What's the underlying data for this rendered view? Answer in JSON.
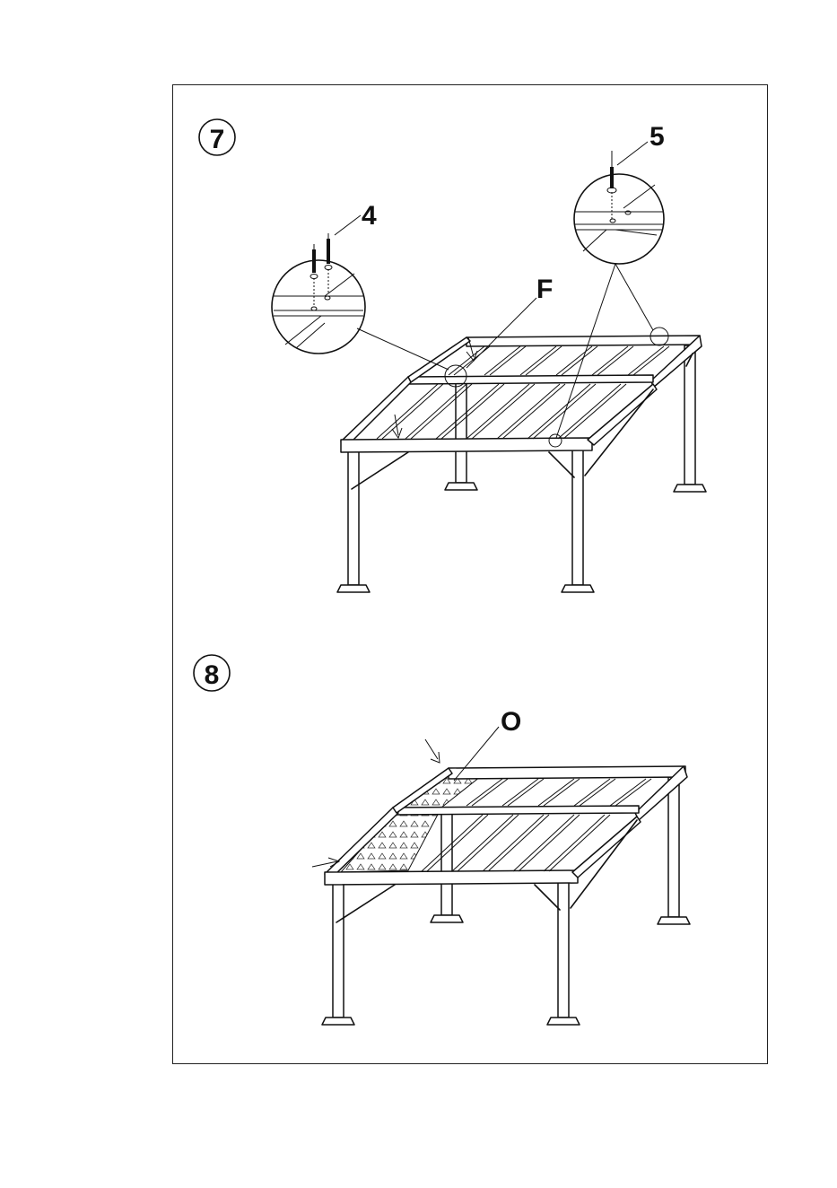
{
  "steps": [
    {
      "number": "7",
      "labels": {
        "bolt_a": "4",
        "bolt_b": "5",
        "part": "F"
      }
    },
    {
      "number": "8",
      "labels": {
        "panel": "O"
      }
    }
  ],
  "colors": {
    "line": "#111111",
    "background": "#ffffff"
  }
}
